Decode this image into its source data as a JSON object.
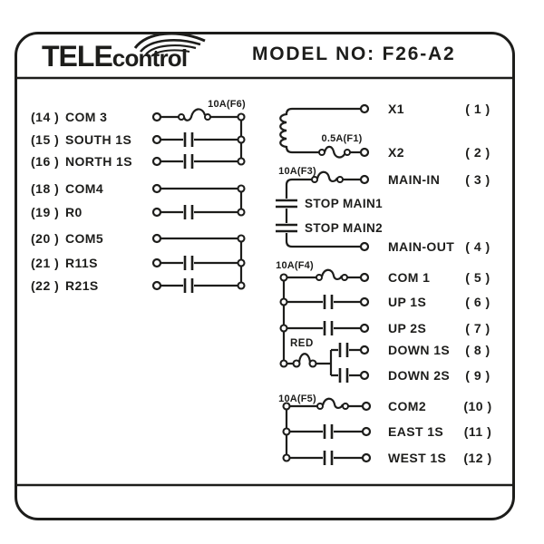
{
  "brand": {
    "tele": "TELE",
    "control": "control"
  },
  "model_label": "MODEL NO: F26-A2",
  "left_rows": [
    {
      "pin": "(14 )",
      "name": "COM 3"
    },
    {
      "pin": "(15 )",
      "name": "SOUTH 1S"
    },
    {
      "pin": "(16 )",
      "name": "NORTH 1S"
    },
    {
      "pin": "(18 )",
      "name": "COM4"
    },
    {
      "pin": "(19 )",
      "name": "R0"
    },
    {
      "pin": "(20 )",
      "name": "COM5"
    },
    {
      "pin": "(21 )",
      "name": "R11S"
    },
    {
      "pin": "(22 )",
      "name": "R21S"
    }
  ],
  "right_rows": [
    {
      "name": "X1",
      "pin": "( 1 )"
    },
    {
      "name": "X2",
      "pin": "( 2 )"
    },
    {
      "name": "MAIN-IN",
      "pin": "( 3 )"
    },
    {
      "name": "MAIN-OUT",
      "pin": "( 4 )"
    },
    {
      "name": "COM 1",
      "pin": "( 5 )"
    },
    {
      "name": "UP 1S",
      "pin": "( 6 )"
    },
    {
      "name": "UP 2S",
      "pin": "( 7 )"
    },
    {
      "name": "DOWN 1S",
      "pin": "( 8 )"
    },
    {
      "name": "DOWN 2S",
      "pin": "( 9 )"
    },
    {
      "name": "COM2",
      "pin": "(10 )"
    },
    {
      "name": "EAST 1S",
      "pin": "(11 )"
    },
    {
      "name": "WEST 1S",
      "pin": "(12 )"
    }
  ],
  "stop_contacts": [
    {
      "label": "STOP MAIN1"
    },
    {
      "label": "STOP MAIN2"
    }
  ],
  "fuse_labels": {
    "f6": "10A(F6)",
    "f1": "0.5A(F1)",
    "f3": "10A(F3)",
    "f4": "10A(F4)",
    "f5": "10A(F5)"
  },
  "jumper_label": "RED",
  "colors": {
    "ink": "#1d1d1b",
    "background": "#ffffff"
  }
}
